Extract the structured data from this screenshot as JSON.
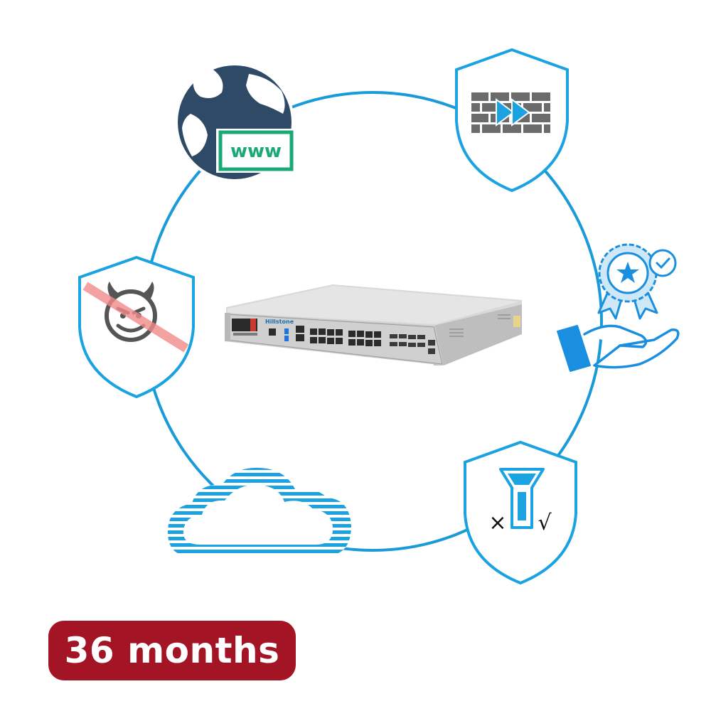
{
  "colors": {
    "ring": "#1a9bd8",
    "shield_stroke": "#1aa3e0",
    "globe": "#2e4a66",
    "www_green": "#18a974",
    "brick": "#6b6b6b",
    "arrow_blue": "#1aa3e0",
    "devil_gray": "#555555",
    "strike_red": "#f28a8a",
    "badge_blue": "#1a8fe0",
    "badge_fill": "#cfe8f8",
    "badge_bg": "#a31424",
    "badge_text": "#ffffff"
  },
  "icons": {
    "top_left": "globe-www-icon",
    "top_right": "firewall-shield-icon",
    "right": "certified-hand-icon",
    "bottom_right": "filter-shield-icon",
    "bottom_left": "cloud-icon",
    "left": "anti-malware-shield-icon"
  },
  "device": {
    "brand": "Hillstone"
  },
  "globe": {
    "label": "www"
  },
  "filter": {
    "reject_mark": "×",
    "accept_mark": "√"
  },
  "badge": {
    "label": "36 months"
  }
}
